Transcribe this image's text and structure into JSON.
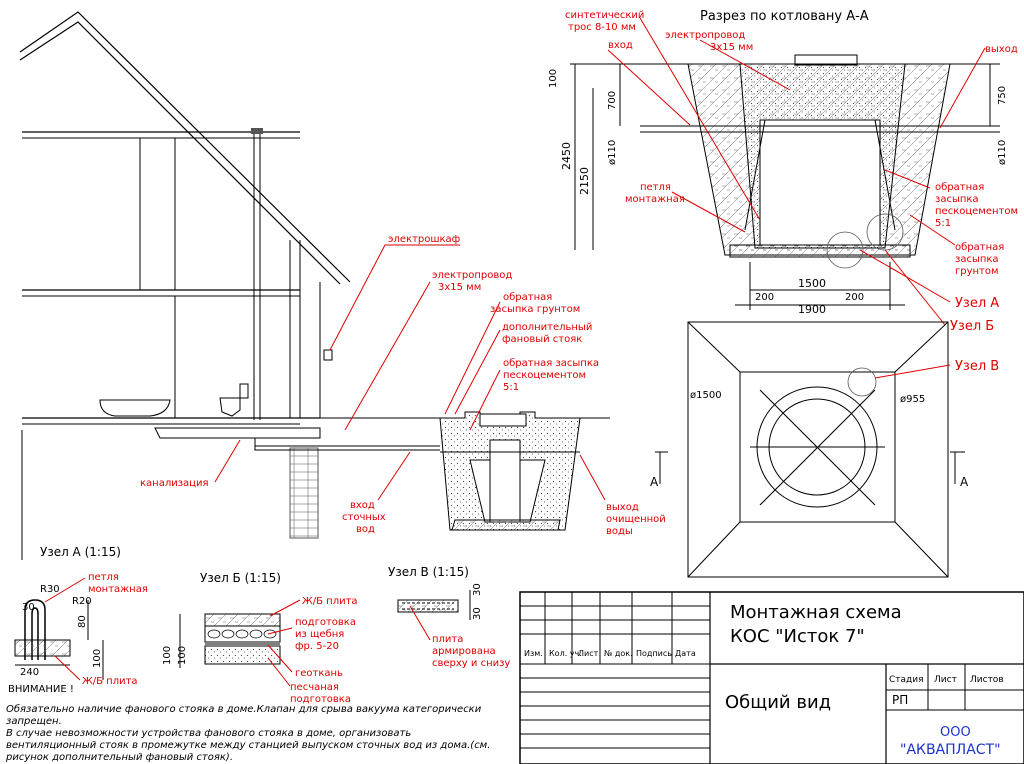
{
  "section_title": "Разрез по котловану А-А",
  "section_labels": {
    "cable": [
      "синтетический",
      "трос 8-10 мм"
    ],
    "wire": [
      "электропровод",
      "3х15 мм"
    ],
    "inlet": "вход",
    "outlet": "выход",
    "loop": [
      "петля",
      "монтажная"
    ],
    "backfill_sand": [
      "обратная",
      "засыпка",
      "пескоцементом",
      "5:1"
    ],
    "backfill_soil": [
      "обратная",
      "засыпка",
      "грунтом"
    ],
    "node_a": "Узел А",
    "node_b": "Узел Б",
    "node_v": "Узел В"
  },
  "dimensions": {
    "d100": "100",
    "d2450": "2450",
    "d2150": "2150",
    "d700": "700",
    "d110_left": "ø110",
    "d110_right": "ø110",
    "d750": "750",
    "d1500": "1500",
    "d1900": "1900",
    "d200a": "200",
    "d200b": "200",
    "d1500_plan": "ø1500",
    "d955": "ø955",
    "cut_a_left": "А",
    "cut_a_right": "А"
  },
  "house_labels": {
    "elshkaf": "электрошкаф",
    "wire": [
      "электропровод",
      "3х15 мм"
    ],
    "backfill_soil": [
      "обратная",
      "засыпка грунтом"
    ],
    "extra_riser": [
      "дополнительный",
      "фановый стояк"
    ],
    "backfill_sand": [
      "обратная засыпка",
      "пескоцементом",
      "5:1"
    ],
    "sewer": "канализация",
    "inlet": [
      "вход",
      "сточных",
      "вод"
    ],
    "outlet": [
      "выход",
      "очищенной",
      "воды"
    ]
  },
  "node_a": {
    "title": "Узел А (1:15)",
    "loop": [
      "петля",
      "монтажная"
    ],
    "plate": "Ж/Б плита",
    "r30": "R30",
    "r20": "R20",
    "d30": "30",
    "d80": "80",
    "d100": "100",
    "d240": "240",
    "warning": "ВНИМАНИЕ !"
  },
  "node_b": {
    "title": "Узел Б (1:15)",
    "plate": "Ж/Б плита",
    "gravel": [
      "подготовка",
      "из щебня",
      "фр. 5-20"
    ],
    "geotex": "геоткань",
    "sand": [
      "песчаная",
      "подготовка"
    ],
    "d100a": "100",
    "d100b": "100"
  },
  "node_v": {
    "title": "Узел В (1:15)",
    "plate": [
      "плита",
      "армирована",
      "сверху и снизу"
    ],
    "d30a": "30",
    "d30b": "30"
  },
  "notes": [
    "Обязательно наличие фанового стояка в доме.Клапан для срыва вакуума категорически",
    "запрещен.",
    "В случае невозможности устройства фанового стояка в доме, организовать",
    "вентиляционный стояк в промежутке между станцией выпуском сточных вод из дома.(см.",
    "рисунок дополнительный фановый стояк)."
  ],
  "title_block": {
    "title1": "Монтажная схема",
    "title2": "КОС \"Исток 7\"",
    "sheet_name": "Общий вид",
    "cols": [
      "Изм.",
      "Кол. уч.",
      "Лист",
      "№ док.",
      "Подпись",
      "Дата"
    ],
    "stage_h": "Стадия",
    "sheet_h": "Лист",
    "sheets_h": "Листов",
    "stage": "РП",
    "org1": "ООО",
    "org2": "\"АКВАПЛАСТ\"",
    "org_color": "#1a33cc"
  },
  "colors": {
    "leader": "#e00000",
    "line": "#000000"
  }
}
